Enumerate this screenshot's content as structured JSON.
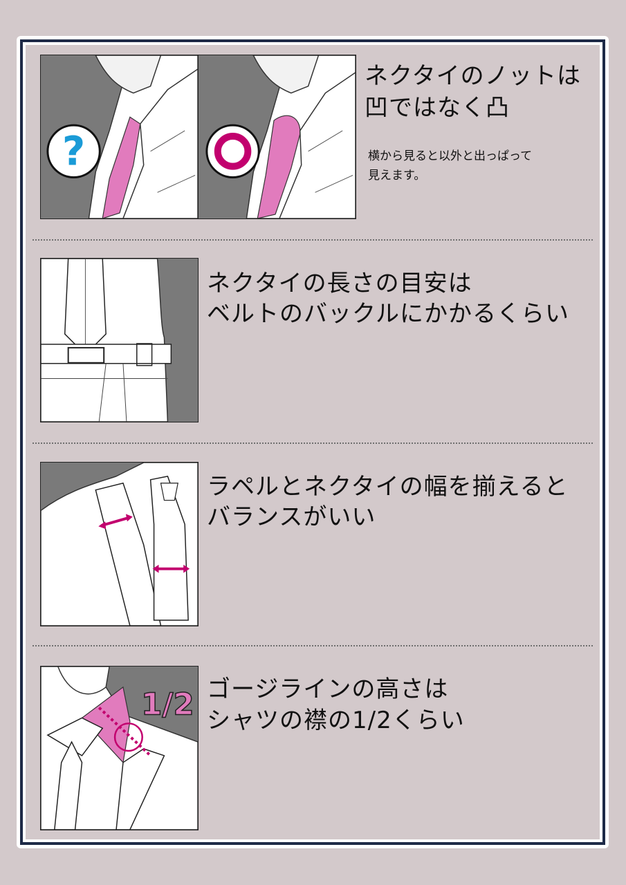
{
  "sections": [
    {
      "heading_line1": "ネクタイのノットは",
      "heading_line2": "凹ではなく凸",
      "note_line1": "横から見ると以外と出っぱって",
      "note_line2": "見えます。",
      "bad_mark": "?",
      "good_mark": "○"
    },
    {
      "heading_line1": "ネクタイの長さの目安は",
      "heading_line2": "ベルトのバックルにかかるくらい"
    },
    {
      "heading_line1": "ラペルとネクタイの幅を揃えると",
      "heading_line2": "バランスがいい"
    },
    {
      "heading_line1": "ゴージラインの高さは",
      "heading_line2": "シャツの襟の1/2くらい",
      "fraction_label": "1/2"
    }
  ],
  "colors": {
    "background": "#d3c9cb",
    "frame": "#1e2a47",
    "tie_pink": "#e17bbd",
    "accent_magenta": "#c2006e",
    "question_blue": "#1a9bd7",
    "panel_gray": "#7a7a7a"
  }
}
